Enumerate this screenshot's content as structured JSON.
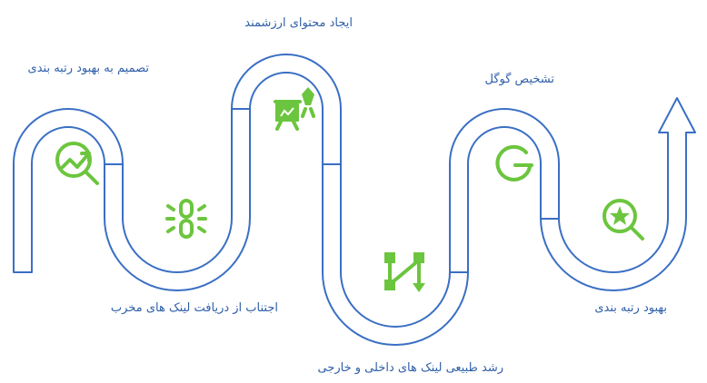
{
  "steps": [
    {
      "label": "تصمیم به بهبود رتبه بندی",
      "icon": "chart-search-icon"
    },
    {
      "label": "اجتناب از دریافت لینک های مخرب",
      "icon": "broken-link-icon"
    },
    {
      "label": "ایجاد محتوای ارزشمند",
      "icon": "presentation-board-icon"
    },
    {
      "label": "رشد طبیعی لینک های داخلی و خارجی",
      "icon": "flow-arrows-icon"
    },
    {
      "label": "تشخیص گوگل",
      "icon": "google-g-icon"
    },
    {
      "label": "بهبود رتبه بندی",
      "icon": "star-search-icon"
    }
  ],
  "colors": {
    "path": "#3a6fc4",
    "icon": "#6cc53e",
    "text": "#2f5fa8"
  }
}
